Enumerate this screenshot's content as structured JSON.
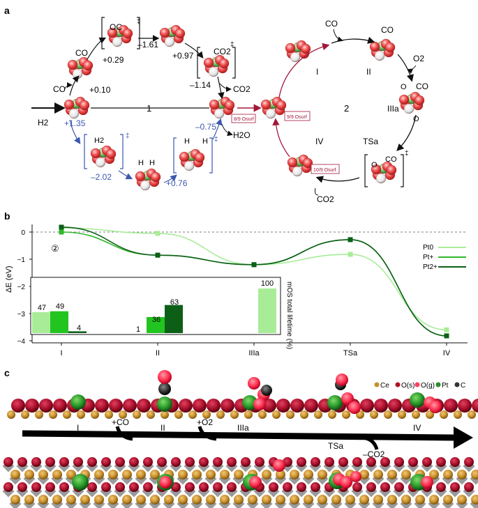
{
  "panels": {
    "a": "a",
    "b": "b",
    "c": "c"
  },
  "panel_a": {
    "cycle1": {
      "number": "1",
      "reactants": {
        "co": "CO",
        "h2": "H2"
      },
      "co_branch": {
        "e1": "+0.10",
        "e2": "+0.29",
        "e3": "–1.61",
        "e4": "+0.97",
        "e5": "–1.14",
        "co_ts": "OC",
        "co2_ts": "CO2",
        "co2": "CO2",
        "ts_mark": "‡"
      },
      "h2_branch": {
        "e1": "+1.35",
        "e2": "–2.02",
        "e3": "+0.76",
        "e4": "–0.75",
        "h2_ts": "H2",
        "h": "H",
        "h2o": "H2O",
        "ts_mark": "‡"
      },
      "badge": "8/9 Osurf"
    },
    "cycle2": {
      "number": "2",
      "co_in": "CO",
      "o2_in": "O2",
      "co2_out": "CO2",
      "states": {
        "i": "I",
        "ii": "II",
        "iiia": "IIIa",
        "tsa": "TSa",
        "iv": "IV"
      },
      "badge_top": "9/9 Osurf",
      "badge_bottom": "10/9 Osurf",
      "ts_co": "CO",
      "ts_o": "O",
      "iiia_co": "CO",
      "iiia_o": "O",
      "top_co": "CO"
    }
  },
  "panel_b": {
    "circle_label": "②",
    "ylabel": "ΔE (eV)",
    "legend": [
      "Pt0",
      "Pt+",
      "Pt2+"
    ],
    "inset_ylabel": "mOS total lifetime (%)"
  },
  "chart_data": {
    "type": "line",
    "categories": [
      "I",
      "II",
      "IIIa",
      "TSa",
      "IV"
    ],
    "ylim": [
      -4,
      0.3
    ],
    "yticks": [
      0,
      -1,
      -2,
      -3,
      -4
    ],
    "ylabel": "ΔE (eV)",
    "series": [
      {
        "name": "Pt0",
        "color": "#a8ec98",
        "values": [
          0.15,
          -0.05,
          -1.2,
          -0.82,
          -3.6
        ]
      },
      {
        "name": "Pt+",
        "color": "#2fb82a",
        "values": [
          0.0,
          -0.85,
          -1.2,
          -0.28,
          -3.82
        ]
      },
      {
        "name": "Pt2+",
        "color": "#0d5f18",
        "values": [
          0.18,
          -0.85,
          -1.2,
          -0.28,
          -3.82
        ]
      }
    ],
    "inset": {
      "type": "bar",
      "ylabel": "mOS total lifetime (%)",
      "groups": [
        "I",
        "II",
        "IIIa"
      ],
      "series": [
        {
          "name": "Pt0",
          "color": "#a8ec98",
          "values": [
            47,
            null,
            100
          ]
        },
        {
          "name": "Pt+",
          "color": "#22c41f",
          "values": [
            49,
            36,
            null
          ]
        },
        {
          "name": "Pt2+",
          "color": "#0d5f18",
          "values": [
            4,
            63,
            null
          ]
        }
      ],
      "labels": {
        "I": [
          "47",
          "49",
          "4"
        ],
        "II": [
          "1",
          "36",
          "63"
        ],
        "IIIa": [
          "100"
        ]
      }
    }
  },
  "panel_c": {
    "legend": [
      "Ce",
      "O(s)",
      "O(g)",
      "Pt",
      "C"
    ],
    "legend_colors": [
      "#c8902a",
      "#b0102a",
      "#ff4060",
      "#2a8a2a",
      "#333333"
    ],
    "states": [
      "I",
      "II",
      "IIIa",
      "TSa",
      "IV"
    ],
    "steps": {
      "co": "+CO",
      "o2": "+O2",
      "co2": "–CO2"
    }
  }
}
